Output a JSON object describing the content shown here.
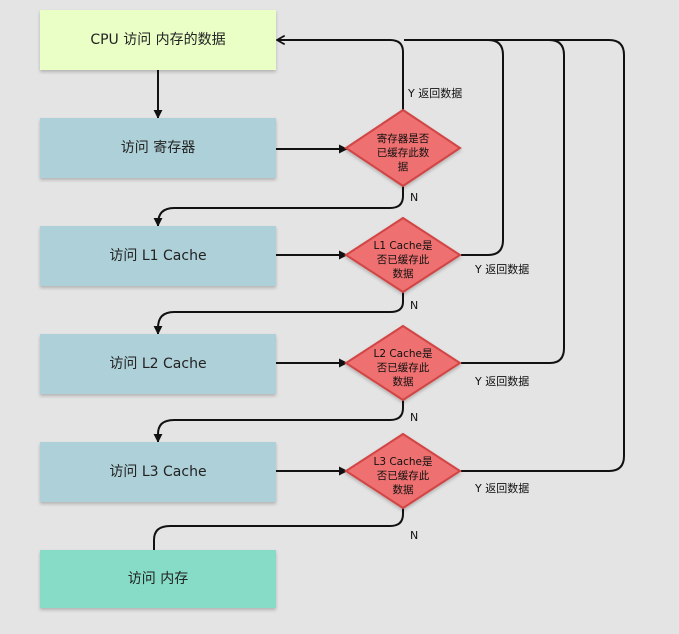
{
  "nodes": {
    "cpu": "CPU  访问  内存的数据",
    "register": "访问  寄存器",
    "l1": "访问  L1  Cache",
    "l2": "访问  L2  Cache",
    "l3": "访问  L3  Cache",
    "memory": "访问  内存"
  },
  "decisions": {
    "reg": [
      "寄存器是否",
      "已缓存此数",
      "据"
    ],
    "l1": [
      "L1 Cache是",
      "否已缓存此",
      "数据"
    ],
    "l2": [
      "L2 Cache是",
      "否已缓存此",
      "数据"
    ],
    "l3": [
      "L3 Cache是",
      "否已缓存此",
      "数据"
    ]
  },
  "edge_labels": {
    "yes": "Y 返回数据",
    "no": "N"
  },
  "colors": {
    "background": "#e4e4e4",
    "cpu_box": "#eaffc6",
    "cache_box": "#aed0d8",
    "memory_box": "#86dcc6",
    "decision_fill": "#ee6f6f",
    "decision_stroke": "#d14545",
    "line": "#111111"
  }
}
